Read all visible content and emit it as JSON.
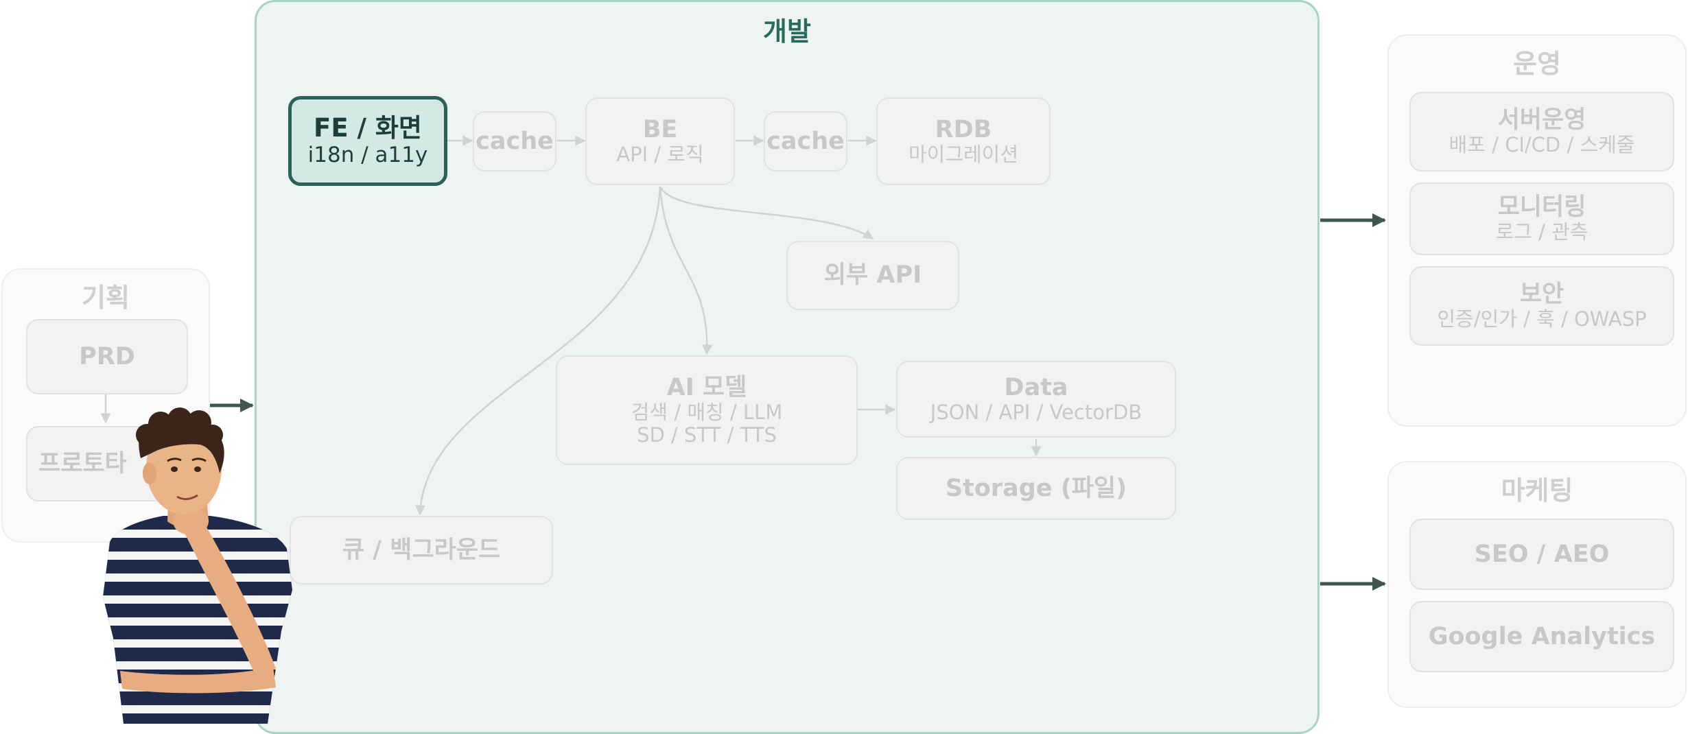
{
  "planning": {
    "title": "기획",
    "nodes": {
      "prd": "PRD",
      "prototype": "프로토타"
    }
  },
  "dev": {
    "title": "개발",
    "fe": {
      "title": "FE / 화면",
      "sub": "i18n / a11y"
    },
    "cache1": "cache",
    "be": {
      "title": "BE",
      "sub": "API / 로직"
    },
    "cache2": "cache",
    "rdb": {
      "title": "RDB",
      "sub": "마이그레이션"
    },
    "external_api": "외부 API",
    "ai": {
      "title": "AI 모델",
      "sub1": "검색 / 매칭 / LLM",
      "sub2": "SD / STT / TTS"
    },
    "data": {
      "title": "Data",
      "sub": "JSON / API / VectorDB"
    },
    "storage": "Storage (파일)",
    "queue": "큐 / 백그라운드"
  },
  "operations": {
    "title": "운영",
    "server": {
      "title": "서버운영",
      "sub": "배포 / CI/CD / 스케줄"
    },
    "monitoring": {
      "title": "모니터링",
      "sub": "로그 / 관측"
    },
    "security": {
      "title": "보안",
      "sub": "인증/인가 / 훅 / OWASP"
    }
  },
  "marketing": {
    "title": "마케팅",
    "seo": "SEO / AEO",
    "ga": "Google Analytics"
  },
  "colors": {
    "accent": "#2b6156",
    "dev_border": "#a9d3c8",
    "dev_bg": "#edf4f1",
    "faded_text": "#c8c8c8"
  }
}
